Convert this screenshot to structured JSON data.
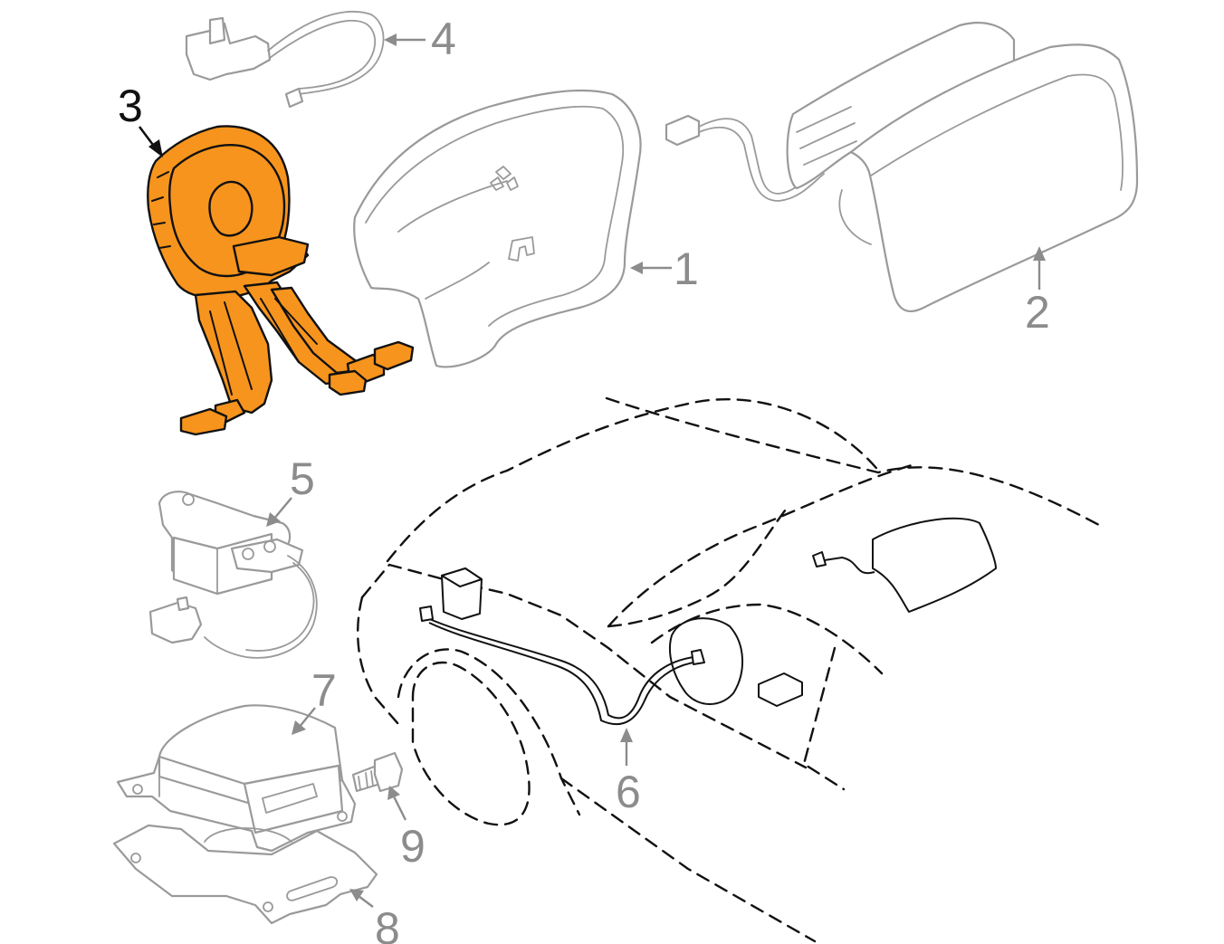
{
  "callouts": [
    {
      "id": "1",
      "label": "1",
      "highlighted": false
    },
    {
      "id": "2",
      "label": "2",
      "highlighted": false
    },
    {
      "id": "3",
      "label": "3",
      "highlighted": true
    },
    {
      "id": "4",
      "label": "4",
      "highlighted": false
    },
    {
      "id": "5",
      "label": "5",
      "highlighted": false
    },
    {
      "id": "6",
      "label": "6",
      "highlighted": false
    },
    {
      "id": "7",
      "label": "7",
      "highlighted": false
    },
    {
      "id": "8",
      "label": "8",
      "highlighted": false
    },
    {
      "id": "9",
      "label": "9",
      "highlighted": false
    }
  ],
  "colors": {
    "highlight": "#f7941d",
    "outline_grey": "#9a9a9a",
    "label_grey": "#8c8c8c",
    "outline_dark": "#111111",
    "background": "#ffffff"
  }
}
